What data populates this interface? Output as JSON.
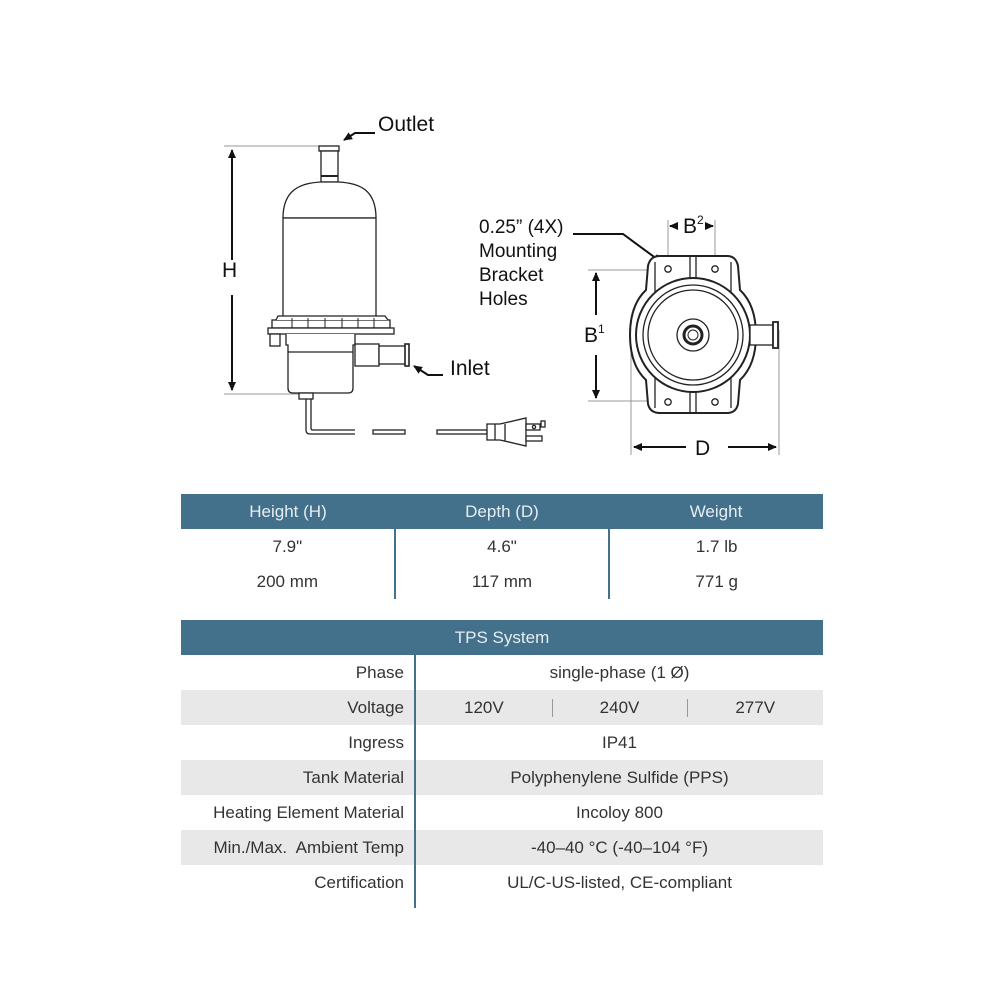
{
  "diagram": {
    "side_view": {
      "outlet_label": "Outlet",
      "inlet_label": "Inlet",
      "height_label": "H"
    },
    "top_view": {
      "mounting_label_lines": [
        "0.25” (4X)",
        "Mounting",
        "Bracket",
        "Holes"
      ],
      "b1_label": "B",
      "b1_sup": "1",
      "b2_label": "B",
      "b2_sup": "2",
      "depth_label": "D"
    }
  },
  "dimensions_table": {
    "headers": [
      "Height (H)",
      "Depth (D)",
      "Weight"
    ],
    "columns": [
      [
        "7.9\"",
        "200 mm"
      ],
      [
        "4.6\"",
        "117 mm"
      ],
      [
        "1.7 lb",
        "771 g"
      ]
    ]
  },
  "spec_table": {
    "title": "TPS System",
    "rows": [
      {
        "label": "Phase",
        "value": "single-phase (1 Ø)"
      },
      {
        "label": "Voltage",
        "values": [
          "120V",
          "240V",
          "277V"
        ]
      },
      {
        "label": "Ingress",
        "value": "IP41"
      },
      {
        "label": "Tank Material",
        "value": "Polyphenylene Sulfide (PPS)"
      },
      {
        "label": "Heating Element Material",
        "value": "Incoloy 800"
      },
      {
        "label": "Min./Max.  Ambient Temp",
        "value": "-40–40 °C (-40–104 °F)"
      },
      {
        "label": "Certification",
        "value": "UL/C-US-listed, CE-compliant"
      }
    ]
  },
  "colors": {
    "header_bg": "#43708a",
    "header_text": "#e6eef3",
    "row_shade": "#e8e8e8"
  }
}
